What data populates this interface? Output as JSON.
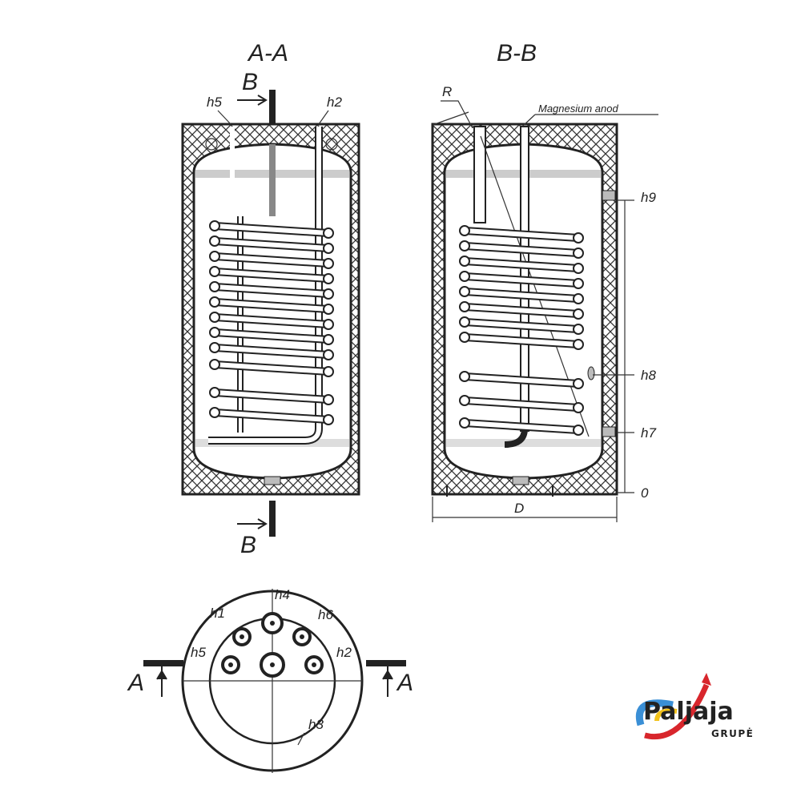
{
  "section_aa": {
    "title": "A-A",
    "cut_top": "B",
    "cut_bottom": "B",
    "labels": {
      "h5": "h5",
      "h2": "h2"
    }
  },
  "section_bb": {
    "title": "B-B",
    "radius_label": "R",
    "anode_label": "Magnesium anod",
    "dimensions": {
      "h9": "h9",
      "h8": "h8",
      "h7": "h7",
      "zero": "0",
      "diameter": "D"
    }
  },
  "top_view": {
    "labels": {
      "h1": "h1",
      "h4": "h4",
      "h6": "h6",
      "h5": "h5",
      "h2": "h2",
      "h3": "h3"
    },
    "cut_left": "A",
    "cut_right": "A"
  },
  "logo": {
    "name": "Paljaja",
    "sub": "GRUPĖ",
    "colors": {
      "blue": "#3a8fd6",
      "red": "#d8262c",
      "yellow": "#f2c21b"
    }
  }
}
